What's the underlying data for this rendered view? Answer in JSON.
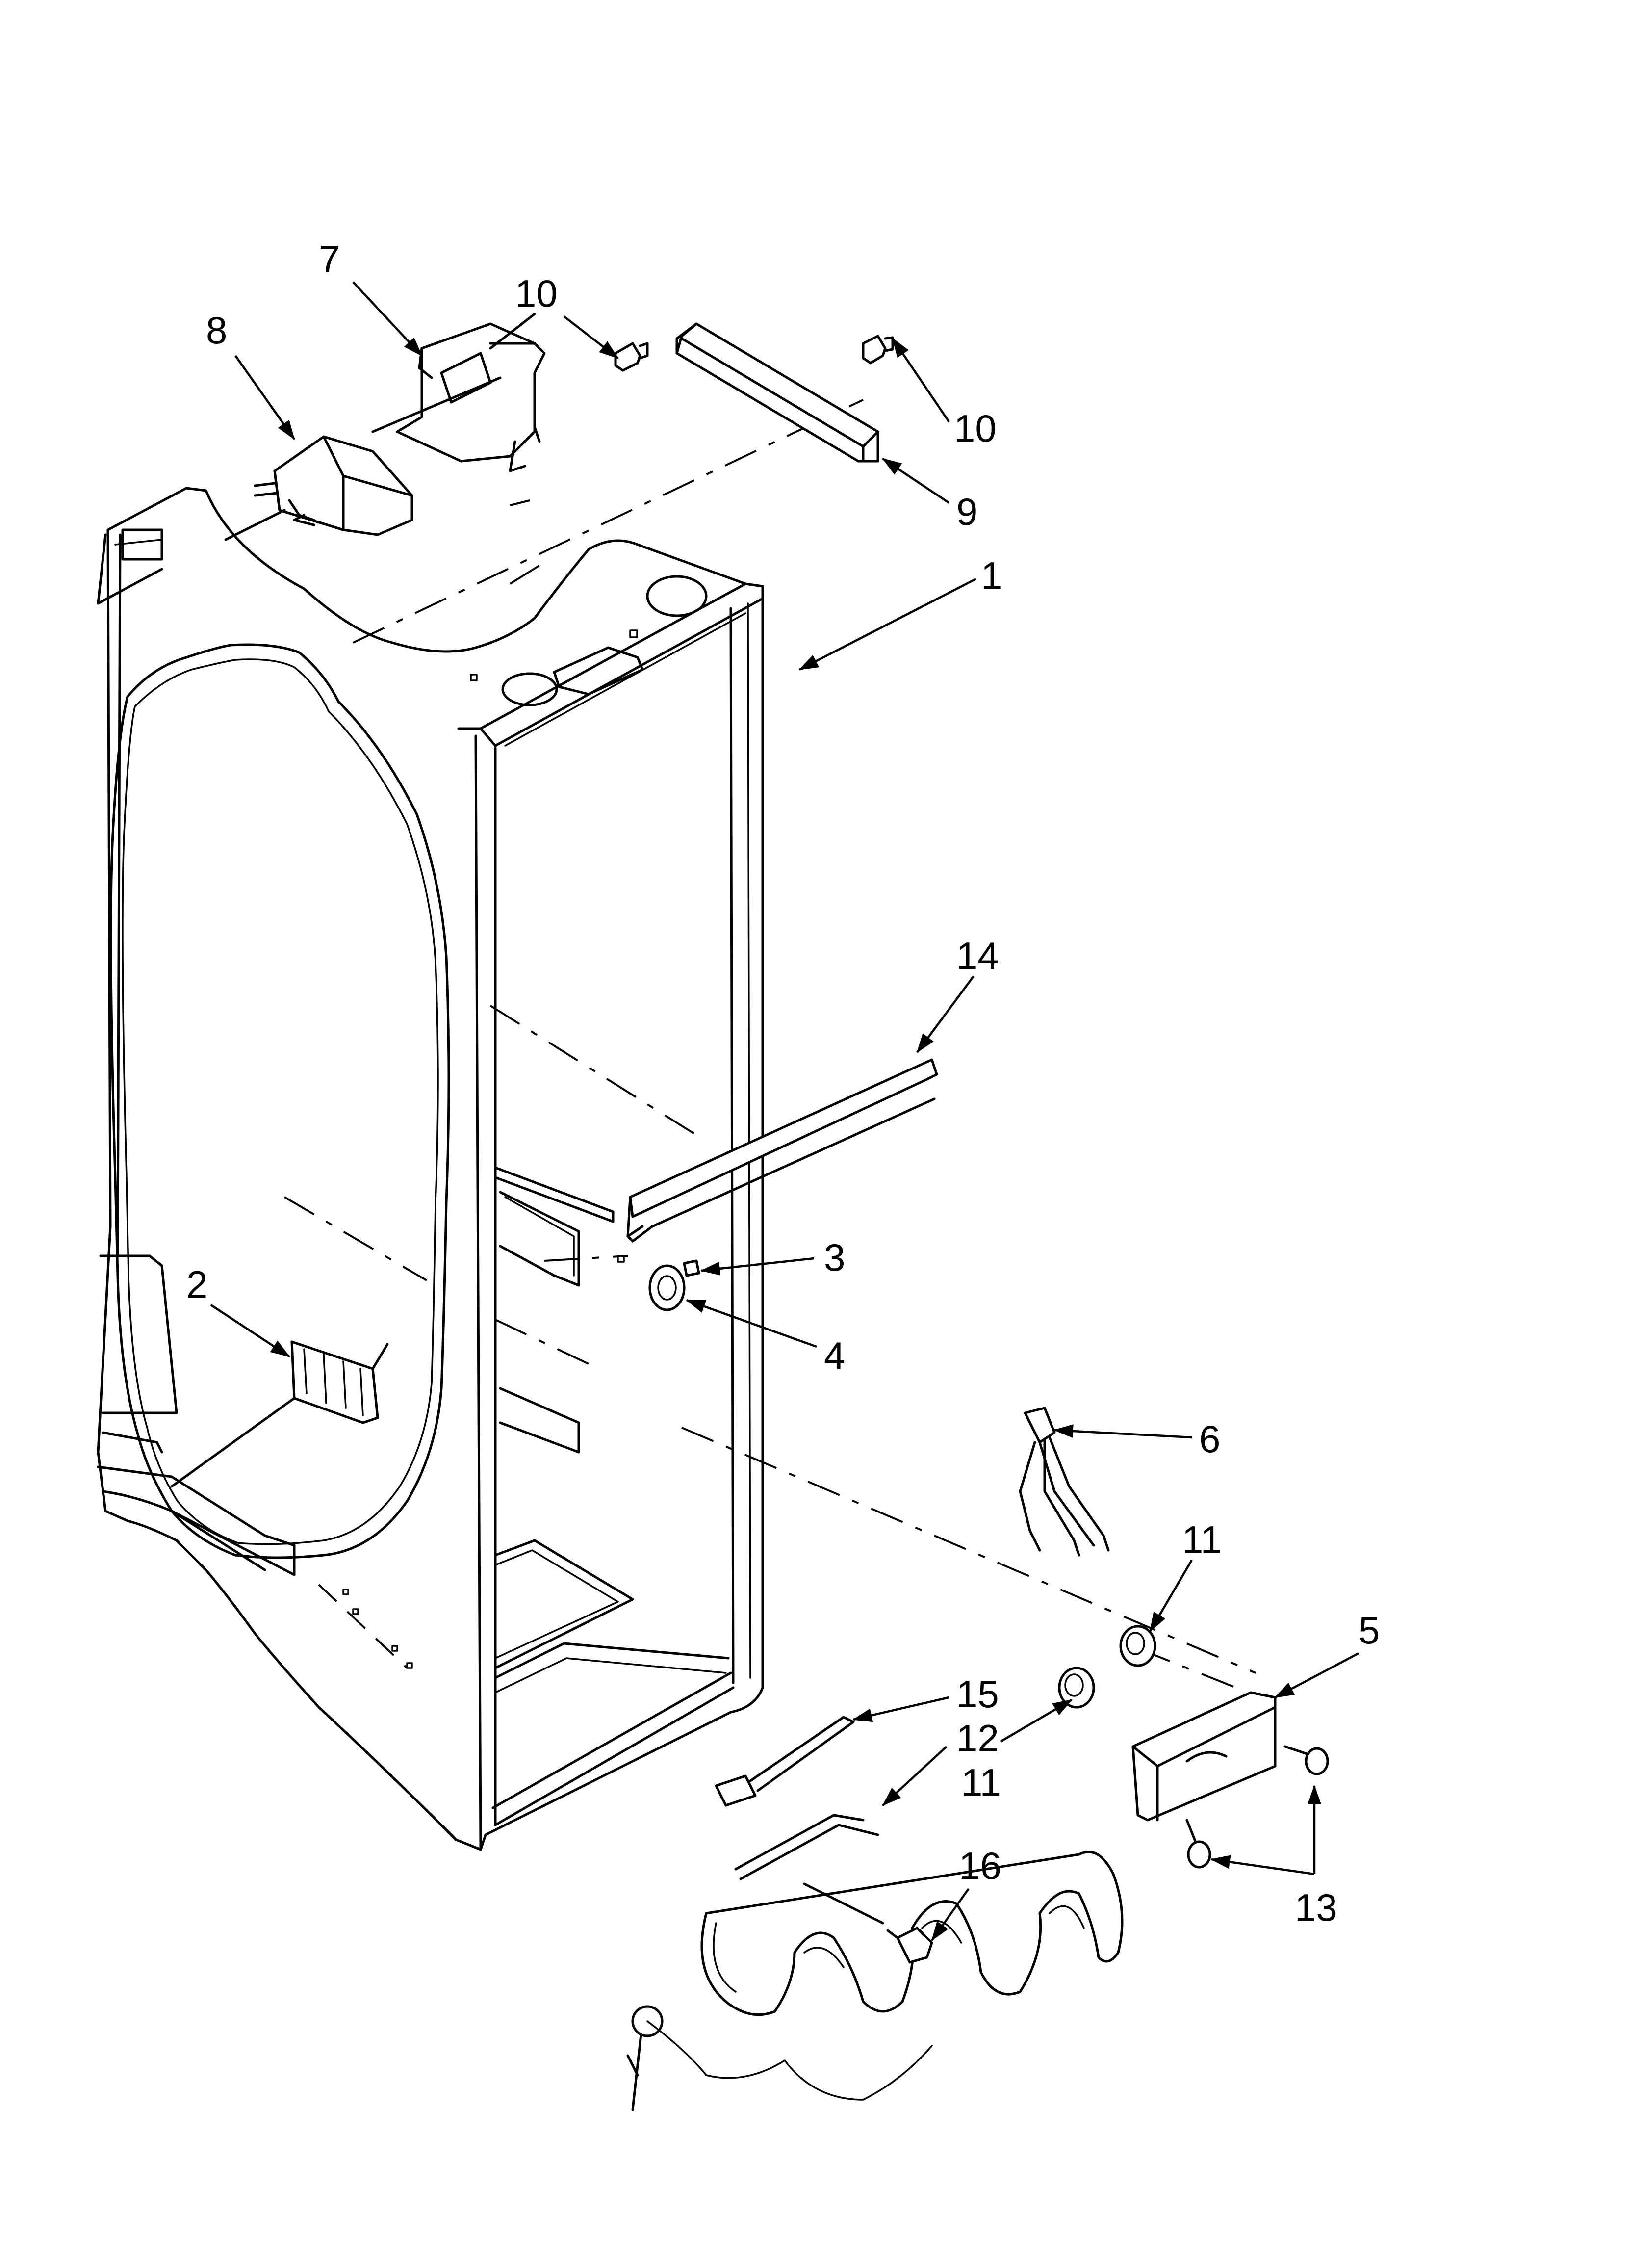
{
  "callouts": [
    {
      "id": "1",
      "text": "1"
    },
    {
      "id": "2",
      "text": "2"
    },
    {
      "id": "3",
      "text": "3"
    },
    {
      "id": "4",
      "text": "4"
    },
    {
      "id": "5",
      "text": "5"
    },
    {
      "id": "6",
      "text": "6"
    },
    {
      "id": "7",
      "text": "7"
    },
    {
      "id": "8",
      "text": "8"
    },
    {
      "id": "9",
      "text": "9"
    },
    {
      "id": "10a",
      "text": "10"
    },
    {
      "id": "10b",
      "text": "10"
    },
    {
      "id": "11a",
      "text": "11"
    },
    {
      "id": "11b",
      "text": "11"
    },
    {
      "id": "12",
      "text": "12"
    },
    {
      "id": "13",
      "text": "13"
    },
    {
      "id": "14",
      "text": "14"
    },
    {
      "id": "15",
      "text": "15"
    },
    {
      "id": "16",
      "text": "16"
    }
  ]
}
